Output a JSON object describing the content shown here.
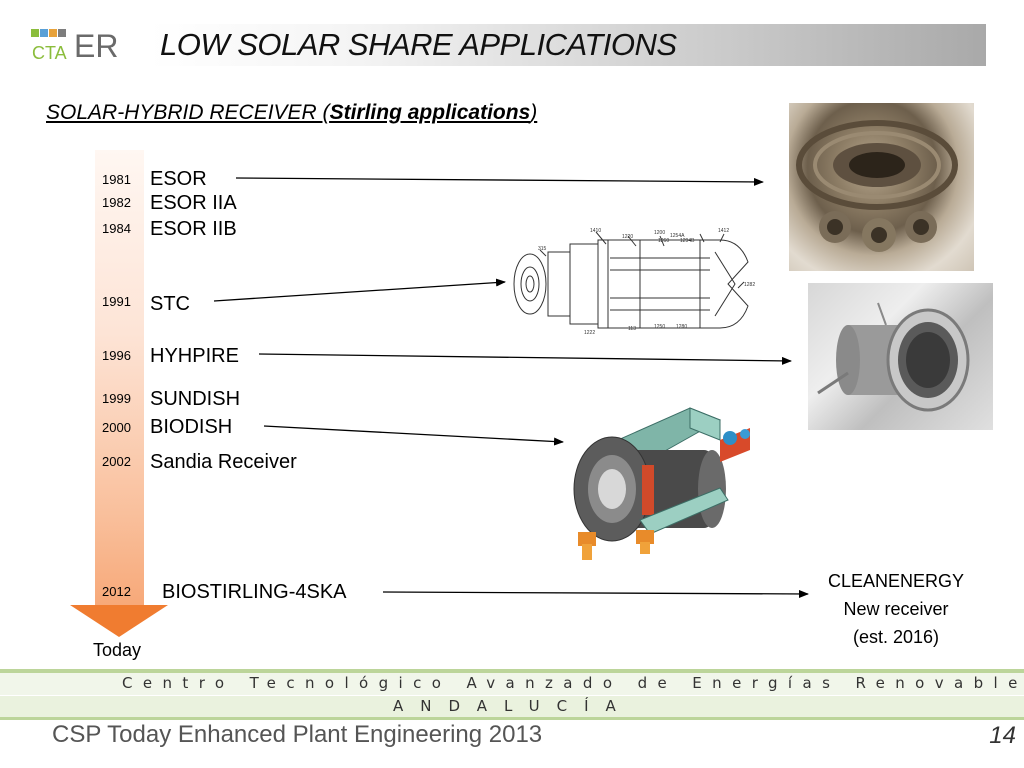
{
  "header": {
    "logo_text": "CTAER",
    "title": "LOW SOLAR SHARE APPLICATIONS"
  },
  "subtitle": {
    "prefix": "SOLAR-HYBRID RECEIVER (",
    "bold": "Stirling applications",
    "suffix": ")"
  },
  "timeline": {
    "entries": [
      {
        "year": "1981",
        "label": "ESOR"
      },
      {
        "year": "1982",
        "label": "ESOR IIA"
      },
      {
        "year": "1984",
        "label": "ESOR IIB"
      },
      {
        "year": "1991",
        "label": "STC"
      },
      {
        "year": "1996",
        "label": "HYHPIRE"
      },
      {
        "year": "1999",
        "label": "SUNDISH"
      },
      {
        "year": "2000",
        "label": "BIODISH"
      },
      {
        "year": "2002",
        "label": "Sandia Receiver"
      },
      {
        "year": "2012",
        "label": "BIOSTIRLING-4SKA"
      }
    ],
    "end_label": "Today"
  },
  "diagram_labels": {
    "top": [
      "1410",
      "1220",
      "1200",
      "1254A",
      "1260",
      "1294B",
      "1412"
    ],
    "left": "315",
    "right": "1282",
    "bottom": [
      "1222",
      "113",
      "1250",
      "1280"
    ]
  },
  "cleanenergy": {
    "line1": "CLEANENERGY",
    "line2": "New receiver",
    "line3": "(est. 2016)"
  },
  "footer": {
    "centro": "Centro Tecnológico Avanzado de Energías Renovables",
    "andalucia": "ANDALUCÍA",
    "text": "CSP Today Enhanced Plant Engineering 2013",
    "page": "14"
  },
  "colors": {
    "timeline_top": "#fff7f2",
    "timeline_bottom": "#f7a878",
    "arrow": "#f07c30",
    "footer_green": "#bcd59a",
    "logo_green": "#8bbd3c",
    "logo_blue": "#5aa0d6"
  }
}
